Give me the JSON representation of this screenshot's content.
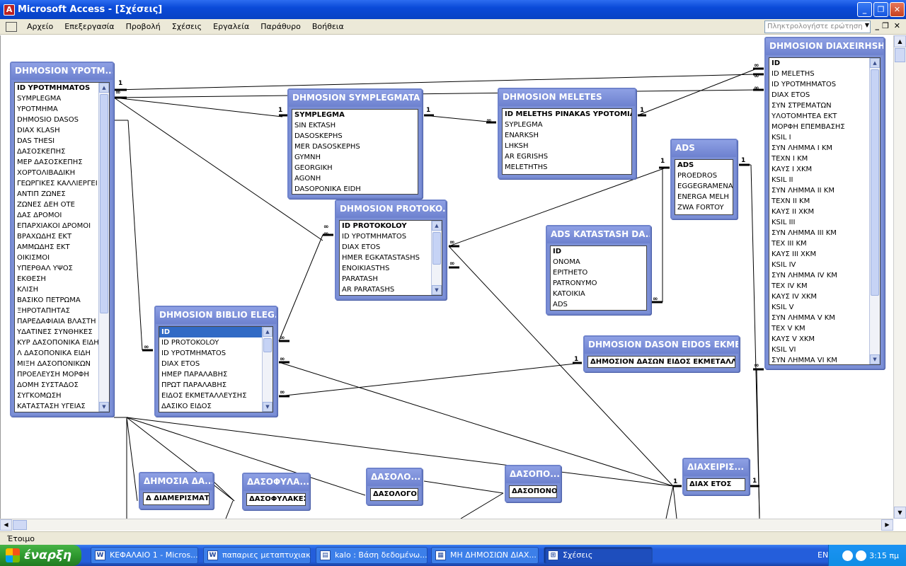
{
  "window": {
    "title": "Microsoft Access - [Σχέσεις]",
    "minimize": "_",
    "restore": "❐",
    "close": "✕"
  },
  "menu": {
    "items": [
      "Αρχείο",
      "Επεξεργασία",
      "Προβολή",
      "Σχέσεις",
      "Εργαλεία",
      "Παράθυρο",
      "Βοήθεια"
    ],
    "ask_placeholder": "Πληκτρολογήστε ερώτηση"
  },
  "tables": [
    {
      "title": "DHMOSION YPOTM...",
      "fields": [
        "ID YPOTMHMATOS",
        "SYMPLEGMA",
        "ΥΡΟΤΜΗΜΑ",
        "DHMOSIO DASOS",
        "DIAX KLASH",
        "DAS THESI",
        "ΔΑΣΟΣΚΕΠΗΣ",
        "ΜΕΡ ΔΑΣΟΣΚΕΠΗΣ",
        "ΧΟΡΤΟΛΙΒΑΔΙΚΗ",
        "ΓΕΩΡΓΙΚΕΣ ΚΑΛΛΙΕΡΓΕΙ",
        "ΑΝΤΙΠ ΖΩΝΕΣ",
        "ΖΩΝΕΣ ΔΕΗ ΟΤΕ",
        "ΔΑΣ ΔΡΟΜΟΙ",
        "ΕΠΑΡΧΙΑΚΟΙ ΔΡΟΜΟΙ",
        "ΒΡΑΧΩΔΗΣ ΕΚΤ",
        "ΑΜΜΩΔΗΣ ΕΚΤ",
        "ΟΙΚΙΣΜΟΙ",
        "ΥΠΕΡΘΑΛ ΥΨΟΣ",
        "ΕΚΘΕΣΗ",
        "ΚΛΙΣΗ",
        "ΒΑΣΙΚΟ ΠΕΤΡΩΜΑ",
        "ΞΗΡΟΤΑΠΗΤΑΣ",
        "ΠΑΡΕΔΑΦΙΑΙΑ ΒΛΑΣΤΗ",
        "ΥΔΑΤΙΝΕΣ ΣΥΝΘΗΚΕΣ",
        "ΚΥΡ ΔΑΣΟΠΟΝΙΚΑ ΕΙΔΗ",
        "Λ ΔΑΣΟΠΟΝΙΚΑ ΕΙΔΗ",
        "ΜΙΞΗ ΔΑΣΟΠΟΝΙΚΩΝ",
        "ΠΡΟΕΛΕΥΣΗ ΜΟΡΦΗ",
        "ΔΟΜΗ ΣΥΣΤΑΔΟΣ",
        "ΣΥΓΚΟΜΩΣΗ",
        "ΚΑΤΑΣΤΑΣΗ ΥΓΕΙΑΣ"
      ]
    },
    {
      "title": "DHMOSION SYMPLEGMATA",
      "fields": [
        "SYMPLEGMA",
        "SIN EKTASH",
        "DASOSKEPHS",
        "MER DASOSKEPHS",
        "GYMNH",
        "GEORGIKH",
        "AGONH",
        "DASOPONIKA EIDH"
      ]
    },
    {
      "title": "DHMOSION MELETES",
      "fields": [
        "ID MELETHS PINAKAS YPOTOMIAS",
        "SYPLEGMA",
        "ENARKSH",
        "LHKSH",
        "AR EGRISHS",
        "MELETHTHS"
      ]
    },
    {
      "title": "ADS",
      "fields": [
        "ADS",
        "PROEDROS",
        "EGGEGRAMENA M",
        "ENERGA MELH",
        "ZWA FORTOY"
      ]
    },
    {
      "title": "DHMOSION PROTOKO...",
      "fields": [
        "ID PROTOKOLOY",
        "ID YPOTMHMATOS",
        "DIAX ETOS",
        "HMER EGKATASTASHS",
        "ENOIKIASTHS",
        "PARATASH",
        "AR PARATASHS"
      ]
    },
    {
      "title": "ADS KATASTASH DA...",
      "fields": [
        "ID",
        "ONOMA",
        "EPITHETO",
        "PATRONYMO",
        "KATOIKIA",
        "ADS"
      ]
    },
    {
      "title": "DHMOSION BIBLIO ELEG...",
      "fields": [
        "ID",
        "ID PROTOKOLOY",
        "ID YPOTMHMATOS",
        "DIAX ETOS",
        "ΗΜΕΡ ΠΑΡΑΛΑΒΗΣ",
        "ΠΡΩΤ ΠΑΡΑΛΑΒΗΣ",
        "ΕΙΔΟΣ ΕΚΜΕΤΑΛΛΕΥΣΗΣ",
        "ΔΑΣΙΚΟ ΕΙΔΟΣ"
      ]
    },
    {
      "title": "DHMOSION DASON EIDOS EKME...",
      "fields": [
        "ΔΗΜΟΣΙΟΝ ΔΑΣΩΝ ΕΙΔΟΣ ΕΚΜΕΤΑΛΛΕΥΣΗΣ"
      ]
    },
    {
      "title": "DHMOSION DIAXEIRHSH",
      "fields": [
        "ID",
        "ID MELETHS",
        "ID YPOTMHMATOS",
        "DIAX ETOS",
        "ΣΥΝ ΣΤΡΕΜΑΤΩΝ",
        "ΥΛΟΤΟΜΗΤΕΑ ΕΚΤ",
        "ΜΟΡΦΗ ΕΠΕΜΒΑΣΗΣ",
        "KSIL I",
        "ΣΥΝ ΛΗΜΜΑ I KM",
        "TEXN I KM",
        "ΚΑΥΣ I XKM",
        "KSIL II",
        "ΣΥΝ ΛΗΜΜΑ II KM",
        "TEXN II KM",
        "ΚΑΥΣ II XKM",
        "KSIL III",
        "ΣΥΝ ΛΗΜΜΑ III KM",
        "TEX III KM",
        "ΚΑΥΣ III XKM",
        "KSIL IV",
        "ΣΥΝ ΛΗΜΜΑ IV KM",
        "TEX IV KM",
        "ΚΑΥΣ IV XKM",
        "KSIL V",
        "ΣΥΝ ΛΗΜΜΑ V KM",
        "TEX V KM",
        "ΚΑΥΣ V XKM",
        "KSIL VI",
        "ΣΥΝ ΛΗΜΜΑ VI KM"
      ]
    },
    {
      "title": "ΔΗΜΟΣΙΑ ΔΑ...",
      "fields": [
        "Δ ΔΙΑΜΕΡΙΣΜΑΤΑ"
      ]
    },
    {
      "title": "ΔΑΣΟΦΥΛΑ...",
      "fields": [
        "ΔΑΣΟΦΥΛΑΚΕΣ"
      ]
    },
    {
      "title": "ΔΑΣΟΛΟ...",
      "fields": [
        "ΔΑΣΟΛΟΓΟΙ"
      ]
    },
    {
      "title": "ΔΑΣΟΠΟ...",
      "fields": [
        "ΔΑΣΟΠΟΝΟΙ"
      ]
    },
    {
      "title": "ΔΙΑΧΕΙΡΙΣ...",
      "fields": [
        "ΔΙΑΧ ΕΤΟΣ"
      ]
    }
  ],
  "status": {
    "text": "Έτοιμο"
  },
  "taskbar": {
    "start": "έναρξη",
    "tasks": [
      "ΚΕΦΑΛΑΙΟ 1 - Micros...",
      "παπαριες μεταπτυχιακ...",
      "kalo : Βάση δεδομένω...",
      "ΜΗ ΔΗΜΟΣΙΩΝ ΔΙΑΧ...",
      "Σχέσεις"
    ],
    "lang": "EN",
    "clock": "3:15 πμ"
  }
}
